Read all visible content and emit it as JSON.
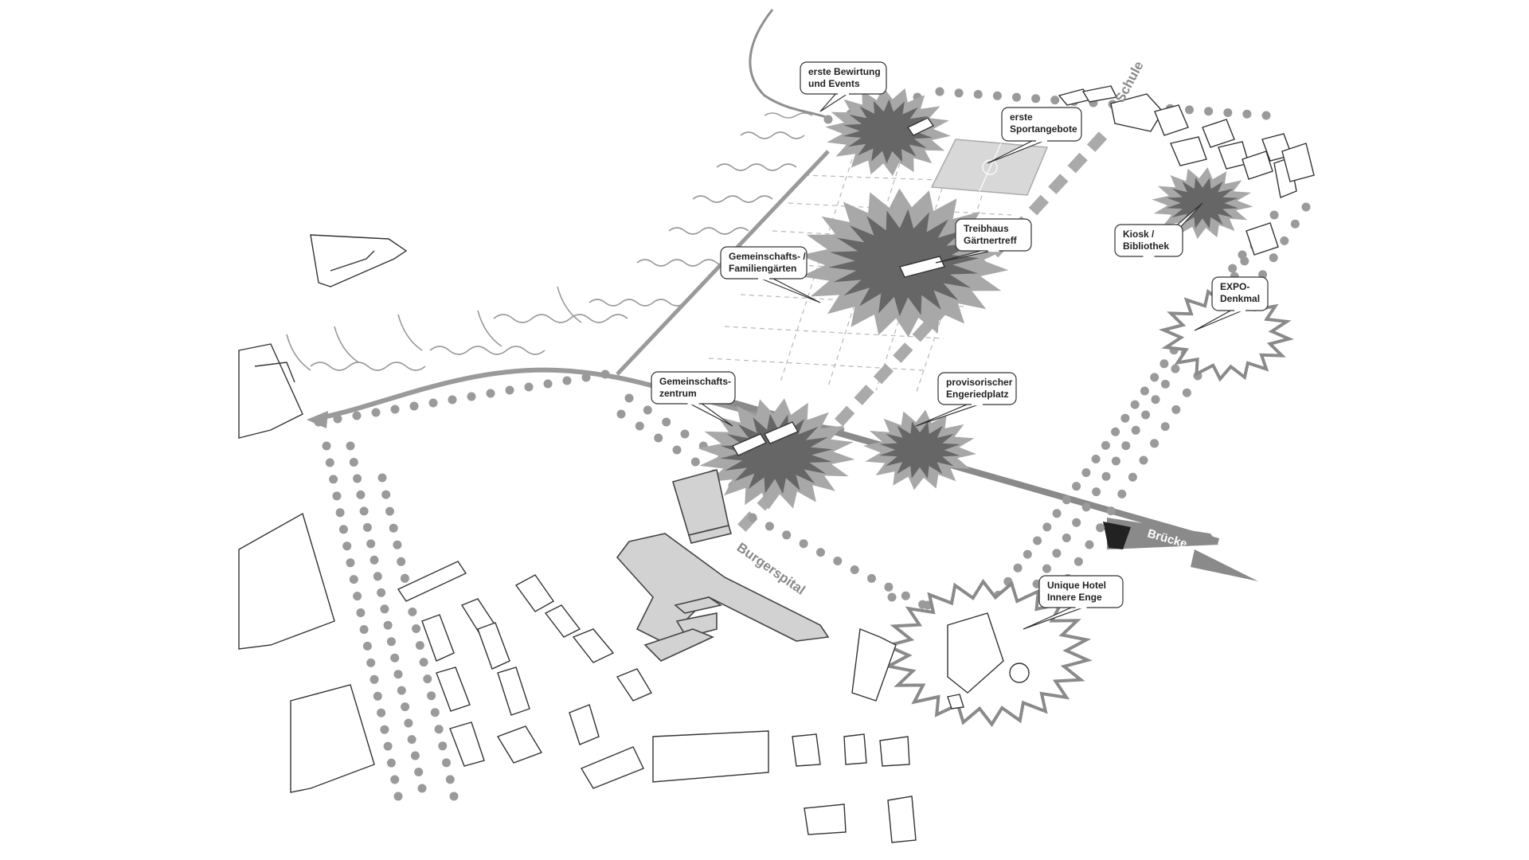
{
  "map": {
    "labels": {
      "school": "Schule",
      "hospital": "Burgerspital",
      "bridge": "Brücke"
    },
    "callouts": {
      "catering": [
        "erste Bewirtung",
        "und Events"
      ],
      "sports": [
        "erste",
        "Sportangebote"
      ],
      "greenhouse": [
        "Treibhaus",
        "Gärtnertreff"
      ],
      "gardens": [
        "Gemeinschafts- /",
        "Familiengärten"
      ],
      "kiosk": [
        "Kiosk /",
        "Bibliothek"
      ],
      "expo": [
        "EXPO-",
        "Denkmal"
      ],
      "community": [
        "Gemeinschafts-",
        "zentrum"
      ],
      "square": [
        "provisorischer",
        "Engeriedplatz"
      ],
      "hotel": [
        "Unique Hotel",
        "Innere Enge"
      ]
    },
    "colors": {
      "burst_dark": "#666666",
      "burst_light": "#a8a8a8",
      "path_gray": "#999999",
      "tree_dot": "#9a9a9a",
      "building_fill": "#ffffff",
      "hospital_fill": "#d2d2d2"
    }
  }
}
